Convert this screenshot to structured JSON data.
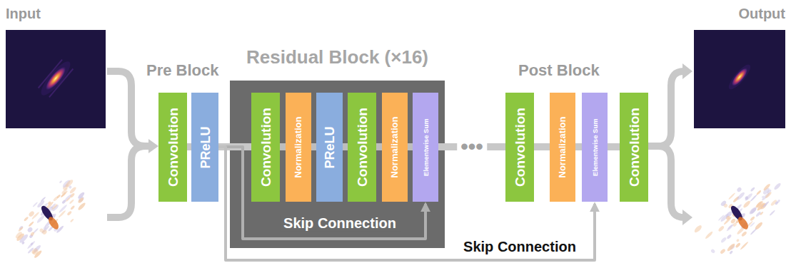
{
  "diagram": {
    "nodes": [
      {
        "text": [
          "Convolution"
        ]
      },
      {
        "text": [
          "PReLU"
        ]
      },
      {
        "text": [
          "Residual Block (×16)"
        ]
      },
      {
        "text": [
          "Convolution"
        ],
        "in": 2
      },
      {
        "text": [
          "Normalization"
        ],
        "in": 2
      },
      {
        "text": [
          "PReLU"
        ],
        "in": 2
      },
      {
        "text": [
          "Convolution"
        ],
        "in": 2
      },
      {
        "text": [
          "Normalization"
        ],
        "in": 2
      },
      {
        "text": [
          "Elementwise Sum"
        ],
        "in": 2
      },
      {
        "text": [
          "Convolution"
        ]
      },
      {
        "text": [
          "Normalization"
        ]
      },
      {
        "text": [
          "Elementwise Sum"
        ]
      },
      {
        "text": [
          "Convolution"
        ]
      }
    ],
    "edges": [
      {
        "from": 0,
        "to": 1,
        "arrow": "none"
      },
      {
        "from": 1,
        "to": 3,
        "arrow": "none"
      },
      {
        "from": 3,
        "to": 4,
        "arrow": "none"
      },
      {
        "from": 4,
        "to": 5,
        "arrow": "none"
      },
      {
        "from": 5,
        "to": 6,
        "arrow": "none"
      },
      {
        "from": 6,
        "to": 7,
        "arrow": "none"
      },
      {
        "from": 7,
        "to": 8,
        "arrow": "none"
      },
      {
        "from": 8,
        "to": 9,
        "label": "•••",
        "arrow": "none"
      },
      {
        "from": 9,
        "to": 10,
        "arrow": "none"
      },
      {
        "from": 10,
        "to": 11,
        "arrow": "none"
      },
      {
        "from": 11,
        "to": 12,
        "arrow": "none"
      },
      {
        "from": 1,
        "to": 8,
        "label": "Skip Connection",
        "arrow": "to"
      },
      {
        "from": 1,
        "to": 11,
        "label": "Skip Connection",
        "arrow": "to"
      }
    ],
    "labels": [
      "Input",
      "Output",
      "Pre Block",
      "Post Block"
    ]
  }
}
